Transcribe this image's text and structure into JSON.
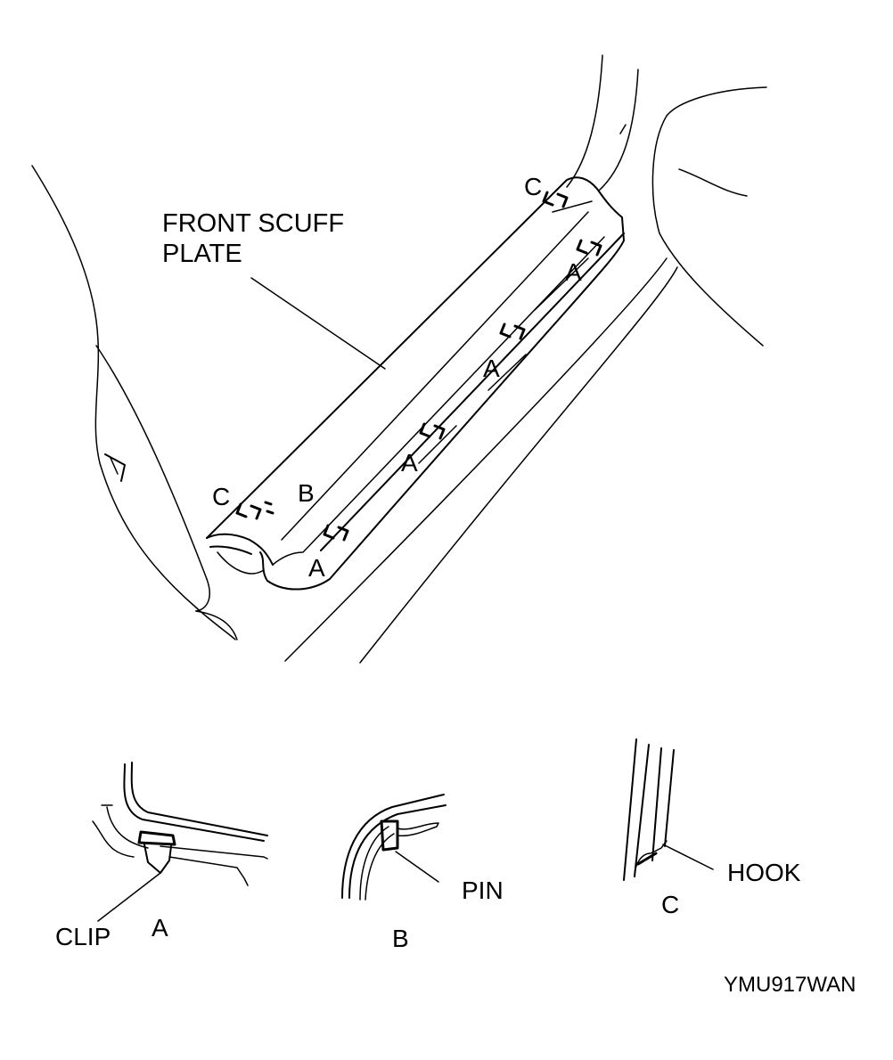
{
  "main_label": {
    "line1": "FRONT SCUFF",
    "line2": "PLATE"
  },
  "callouts": {
    "c_top": "C",
    "c_left": "C",
    "b_main": "B",
    "a1": "A",
    "a2": "A",
    "a3": "A",
    "a4": "A"
  },
  "details": {
    "a": {
      "letter": "A",
      "part": "CLIP"
    },
    "b": {
      "letter": "B",
      "part": "PIN"
    },
    "c": {
      "letter": "C",
      "part": "HOOK"
    }
  },
  "figure_code": "YMU917WAN"
}
